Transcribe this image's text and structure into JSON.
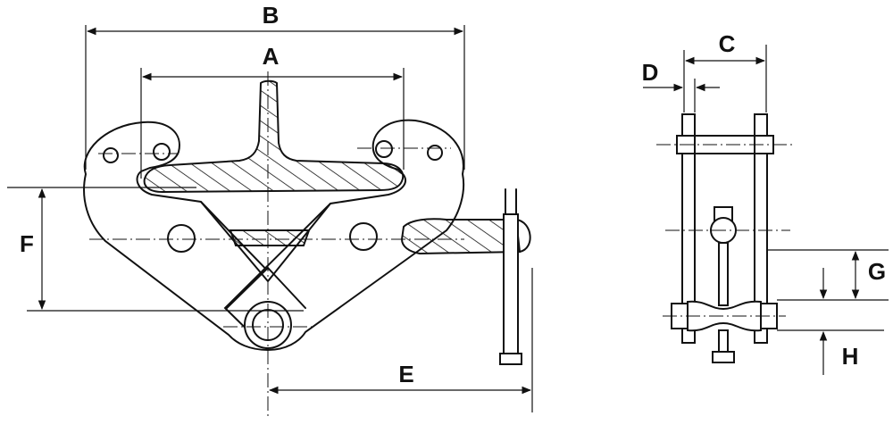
{
  "dimensions": {
    "A": "A",
    "B": "B",
    "C": "C",
    "D": "D",
    "E": "E",
    "F": "F",
    "G": "G",
    "H": "H"
  }
}
